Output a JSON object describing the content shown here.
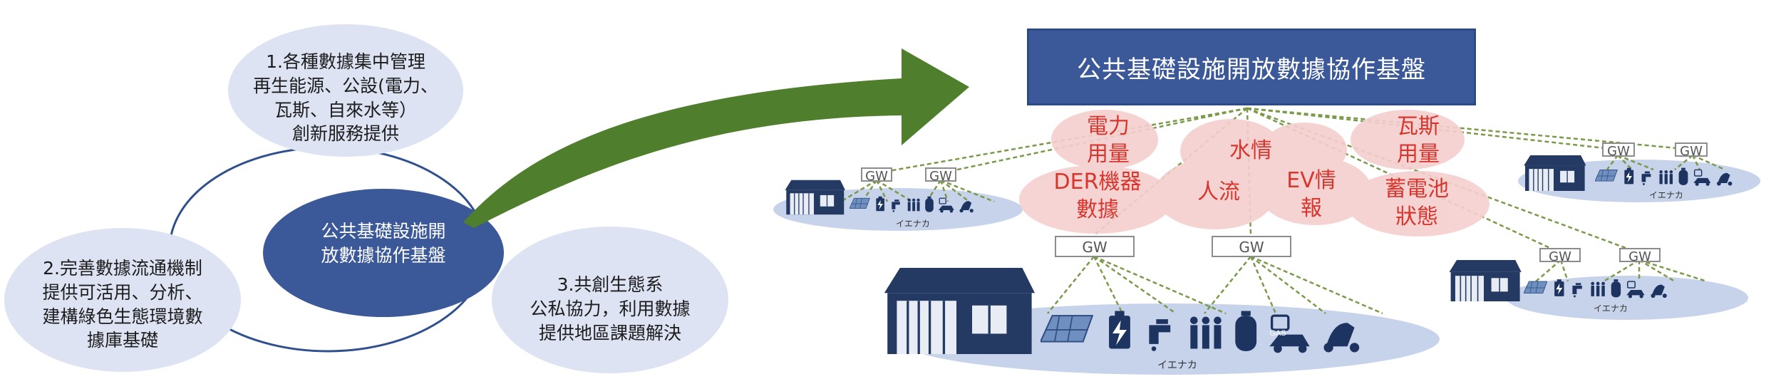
{
  "left_diagram": {
    "center": [
      "公共基礎設施開",
      "放數據協作基盤"
    ],
    "node1": [
      "1.各種數據集中管理",
      "再生能源、公設(電力、",
      "瓦斯、自來水等）",
      "創新服務提供"
    ],
    "node2": [
      "2.完善數據流通機制",
      "提供可活用、分析、",
      "建構綠色生態環境數",
      "據庫基礎"
    ],
    "node3": [
      "3.共創生態系",
      "公私協力，利用數據",
      "提供地區課題解決"
    ]
  },
  "right_diagram": {
    "banner": "公共基礎設施開放數據協作基盤",
    "clouds": {
      "power": [
        "電力",
        "用量"
      ],
      "water": [
        "水情"
      ],
      "gas": [
        "瓦斯",
        "用量"
      ],
      "der": [
        "DER機器",
        "數據"
      ],
      "people": [
        "人流"
      ],
      "ev": [
        "EV情",
        "報"
      ],
      "battery": [
        "蓄電池",
        "狀態"
      ]
    },
    "gateway_label": "GW",
    "house_label": "イエナカ",
    "gas_label": "GAS"
  },
  "colors": {
    "ellipse_fill": "#dde3f3",
    "center_fill": "#3b5998",
    "arrow": "#4f7f2c",
    "cloud": "#f6cfcf",
    "cloud_text": "#d8362d",
    "house": "#253a63"
  }
}
